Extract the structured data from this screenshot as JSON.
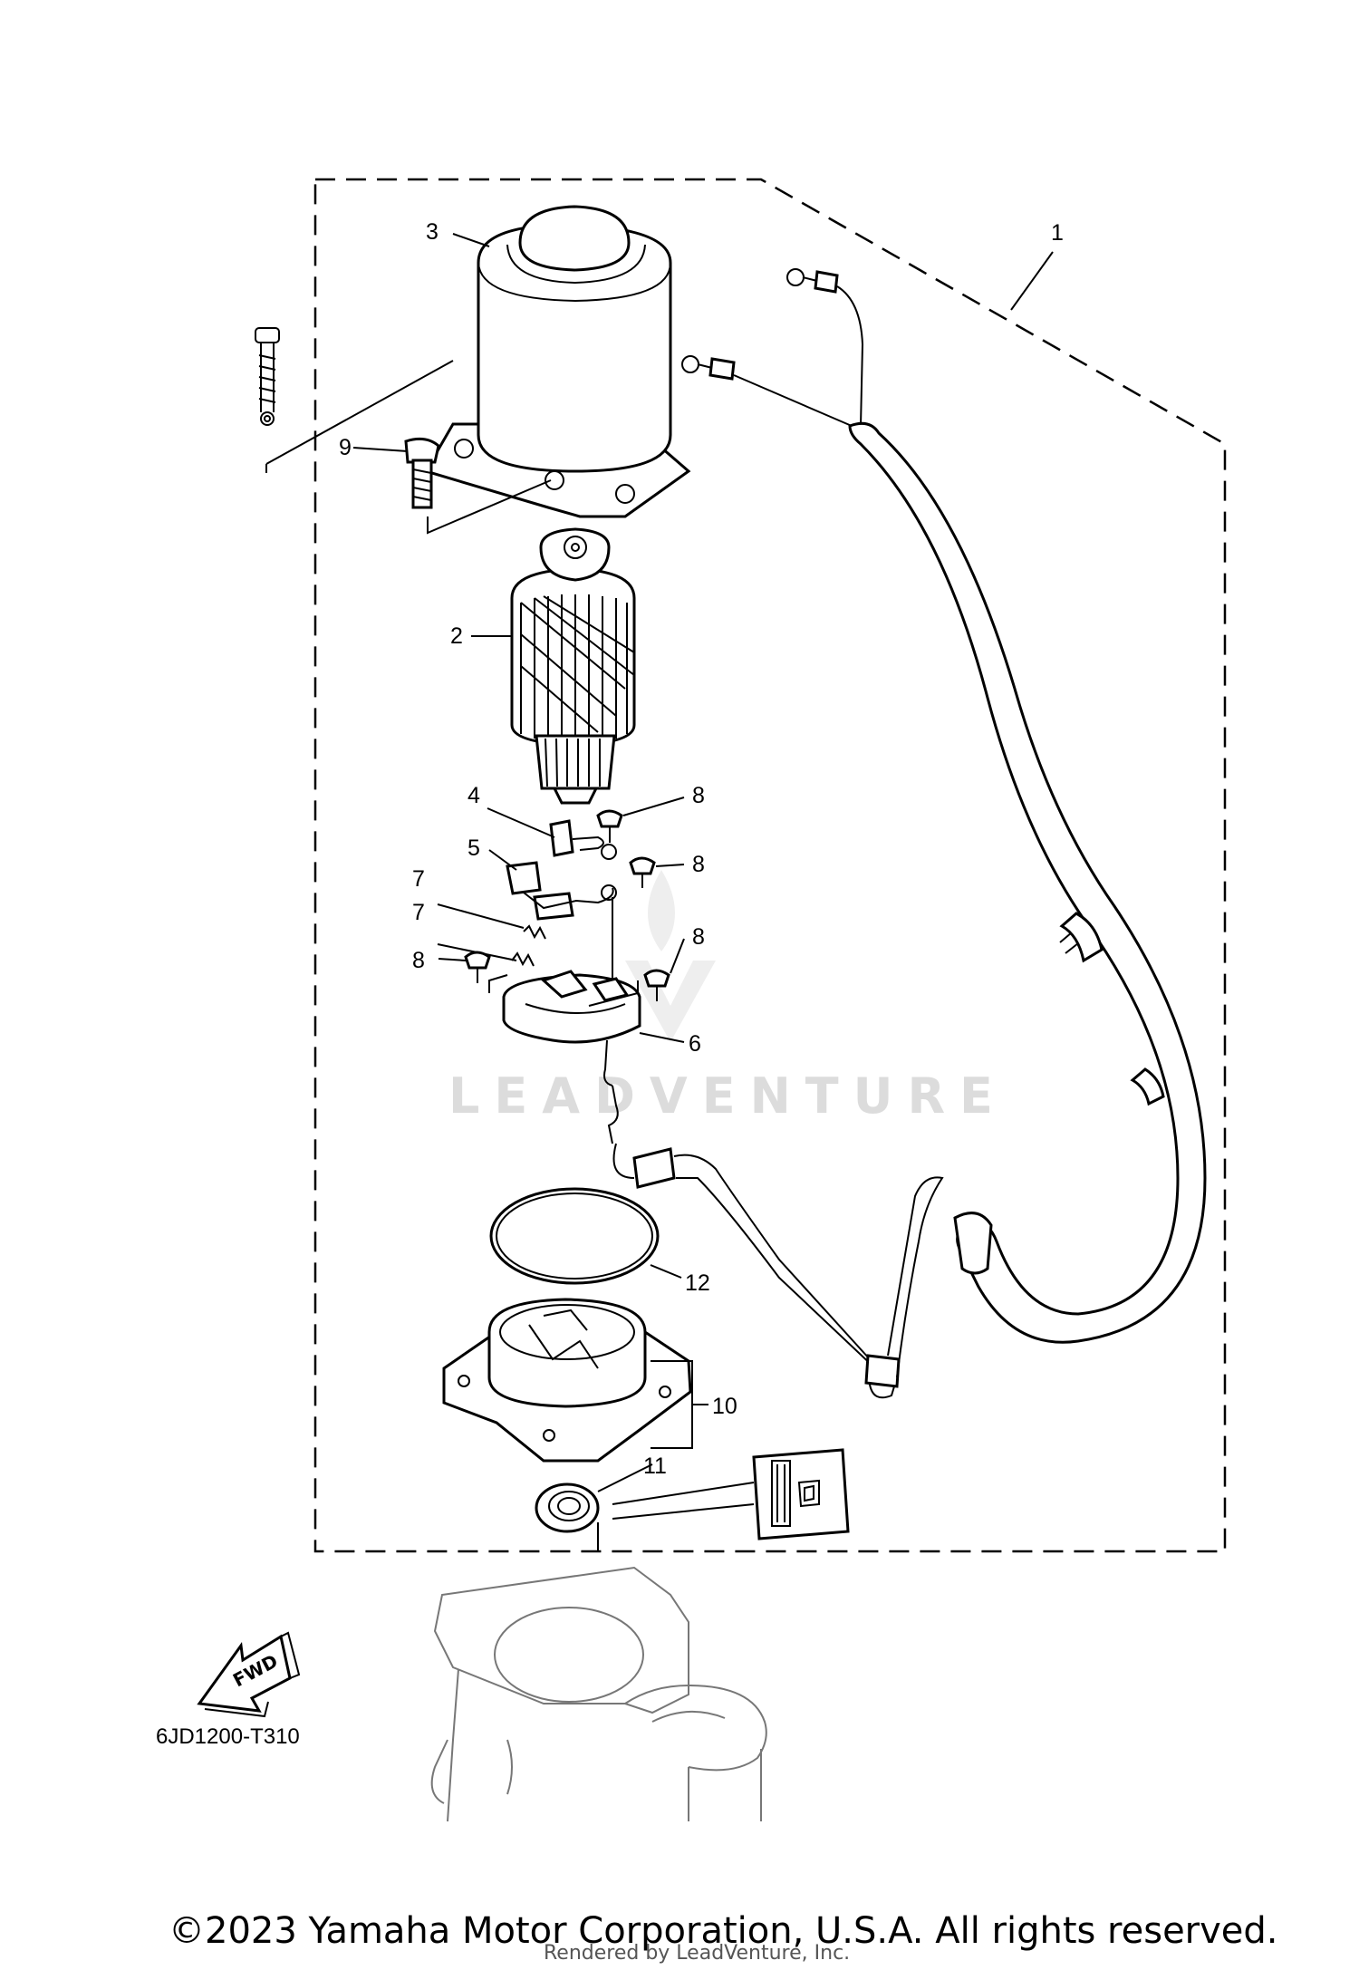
{
  "diagram": {
    "callouts": {
      "c1": "1",
      "c2": "2",
      "c3": "3",
      "c4": "4",
      "c5": "5",
      "c6": "6",
      "c7a": "7",
      "c7b": "7",
      "c8a": "8",
      "c8b": "8",
      "c8c": "8",
      "c8d": "8",
      "c9": "9",
      "c10": "10",
      "c11": "11",
      "c12": "12"
    },
    "fwd_label": "FWD",
    "drawing_code": "6JD1200-T310",
    "watermark": "LEADVENTURE"
  },
  "footer": {
    "copyright": "©2023 Yamaha Motor Corporation, U.S.A. All rights reserved.",
    "rendered_by": "Rendered by LeadVenture, Inc."
  }
}
